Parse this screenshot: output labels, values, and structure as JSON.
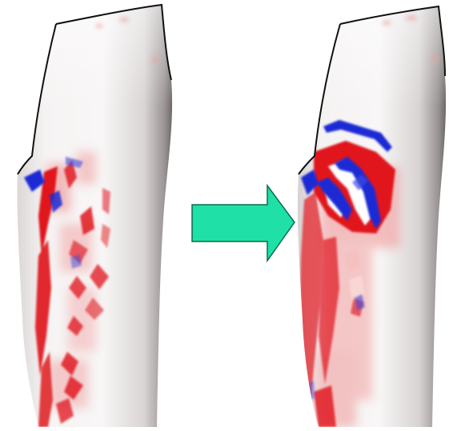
{
  "figure": {
    "panels": [
      {
        "id": "before",
        "description_color_scale": [
          "#1a2bd6",
          "#ffffff",
          "#e0141c"
        ]
      },
      {
        "id": "after",
        "description_color_scale": [
          "#1a2bd6",
          "#ffffff",
          "#e0141c"
        ]
      }
    ],
    "arrow": {
      "color": "#1fe0a6",
      "direction": "right"
    },
    "colors": {
      "outline": "#111111",
      "surface_light": "#f7f4f4",
      "surface_shade": "#8f8a8a",
      "positive": "#e0141c",
      "negative": "#1a2bd6"
    }
  }
}
